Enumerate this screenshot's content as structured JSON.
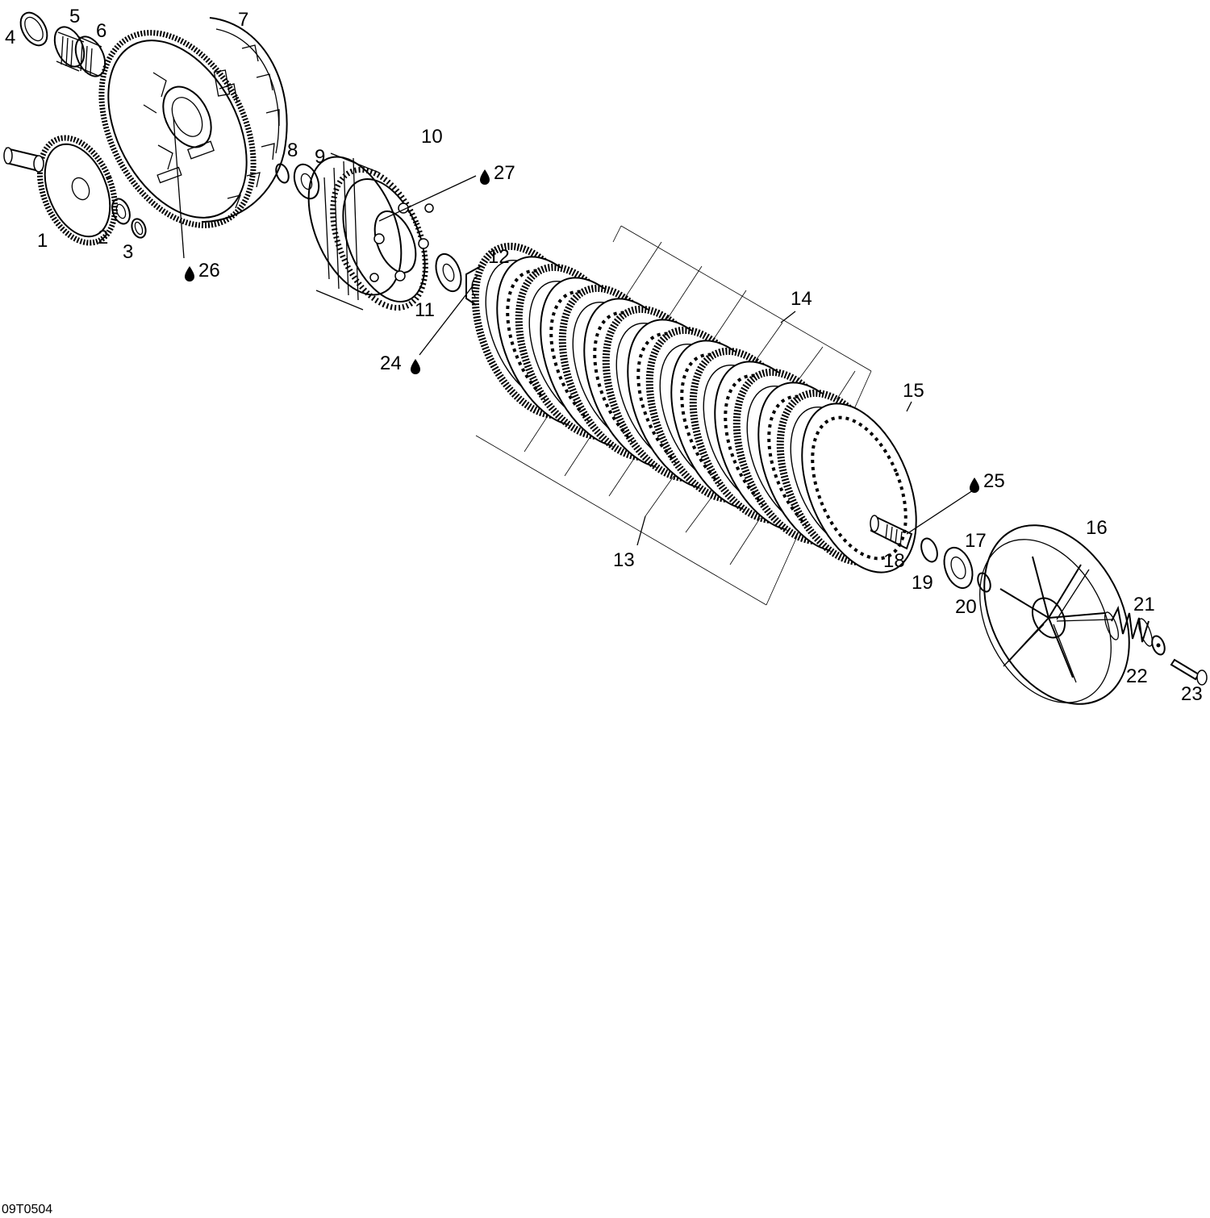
{
  "diagram": {
    "drawing_code": "09T0504",
    "callouts": [
      {
        "id": "c1",
        "text": "1"
      },
      {
        "id": "c2",
        "text": "2"
      },
      {
        "id": "c3",
        "text": "3"
      },
      {
        "id": "c4",
        "text": "4"
      },
      {
        "id": "c5",
        "text": "5"
      },
      {
        "id": "c6",
        "text": "6"
      },
      {
        "id": "c7",
        "text": "7"
      },
      {
        "id": "c8",
        "text": "8"
      },
      {
        "id": "c9",
        "text": "9"
      },
      {
        "id": "c10",
        "text": "10"
      },
      {
        "id": "c11",
        "text": "11"
      },
      {
        "id": "c12",
        "text": "12"
      },
      {
        "id": "c13",
        "text": "13"
      },
      {
        "id": "c14",
        "text": "14"
      },
      {
        "id": "c15",
        "text": "15"
      },
      {
        "id": "c16",
        "text": "16"
      },
      {
        "id": "c17",
        "text": "17"
      },
      {
        "id": "c18",
        "text": "18"
      },
      {
        "id": "c19",
        "text": "19"
      },
      {
        "id": "c20",
        "text": "20"
      },
      {
        "id": "c21",
        "text": "21"
      },
      {
        "id": "c22",
        "text": "22"
      },
      {
        "id": "c23",
        "text": "23"
      },
      {
        "id": "c24",
        "text": "24",
        "icon": "lubricant-drop-icon"
      },
      {
        "id": "c25",
        "text": "25",
        "icon": "lubricant-drop-icon"
      },
      {
        "id": "c26",
        "text": "26",
        "icon": "lubricant-drop-icon"
      },
      {
        "id": "c27",
        "text": "27",
        "icon": "lubricant-drop-icon"
      }
    ]
  }
}
